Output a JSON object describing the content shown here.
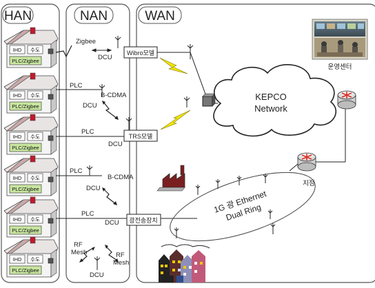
{
  "zones": {
    "han": "HAN",
    "nan": "NAN",
    "wan": "WAN"
  },
  "house": {
    "ihd": "IHD",
    "water": "수도",
    "plc_zigbee": "PLC/Zigbee"
  },
  "links": {
    "zigbee": "Zigbee",
    "plc": "PLC",
    "b_cdma": "B-CDMA",
    "dcu": "DCU",
    "rf_mesh_line1": "RF",
    "rf_mesh_line2": "Mesh"
  },
  "modules": {
    "wibro": "Wibro모델",
    "trs": "TRS모델",
    "optical": "광전송장치"
  },
  "network": {
    "cloud_line1": "KEPCO",
    "cloud_line2": "Network",
    "ring_line1": "1G 광 Ethernet",
    "ring_line2": "Dual Ring",
    "ops_center": "운영센터",
    "branch": "지점"
  },
  "colors": {
    "plc_badge": "#c8e6a0",
    "lightning": "#f2e600",
    "router": "#d93025",
    "zone_border": "#555555"
  }
}
